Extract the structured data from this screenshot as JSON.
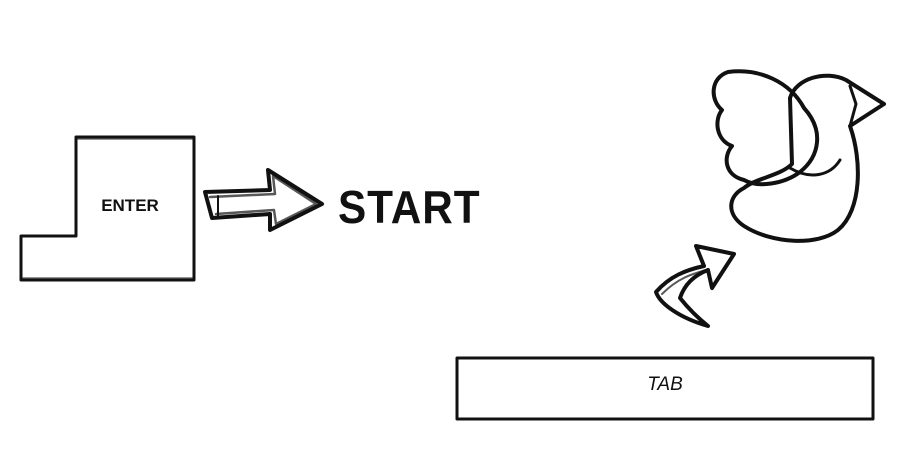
{
  "enter_key": {
    "label": "ENTER"
  },
  "start_text": "START",
  "tab_key": {
    "label": "TAB"
  },
  "icons": [
    "enter-key-icon",
    "right-arrow-icon",
    "bird-icon",
    "curved-arrow-icon"
  ],
  "colors": {
    "ink": "#111111",
    "background": "#ffffff"
  }
}
